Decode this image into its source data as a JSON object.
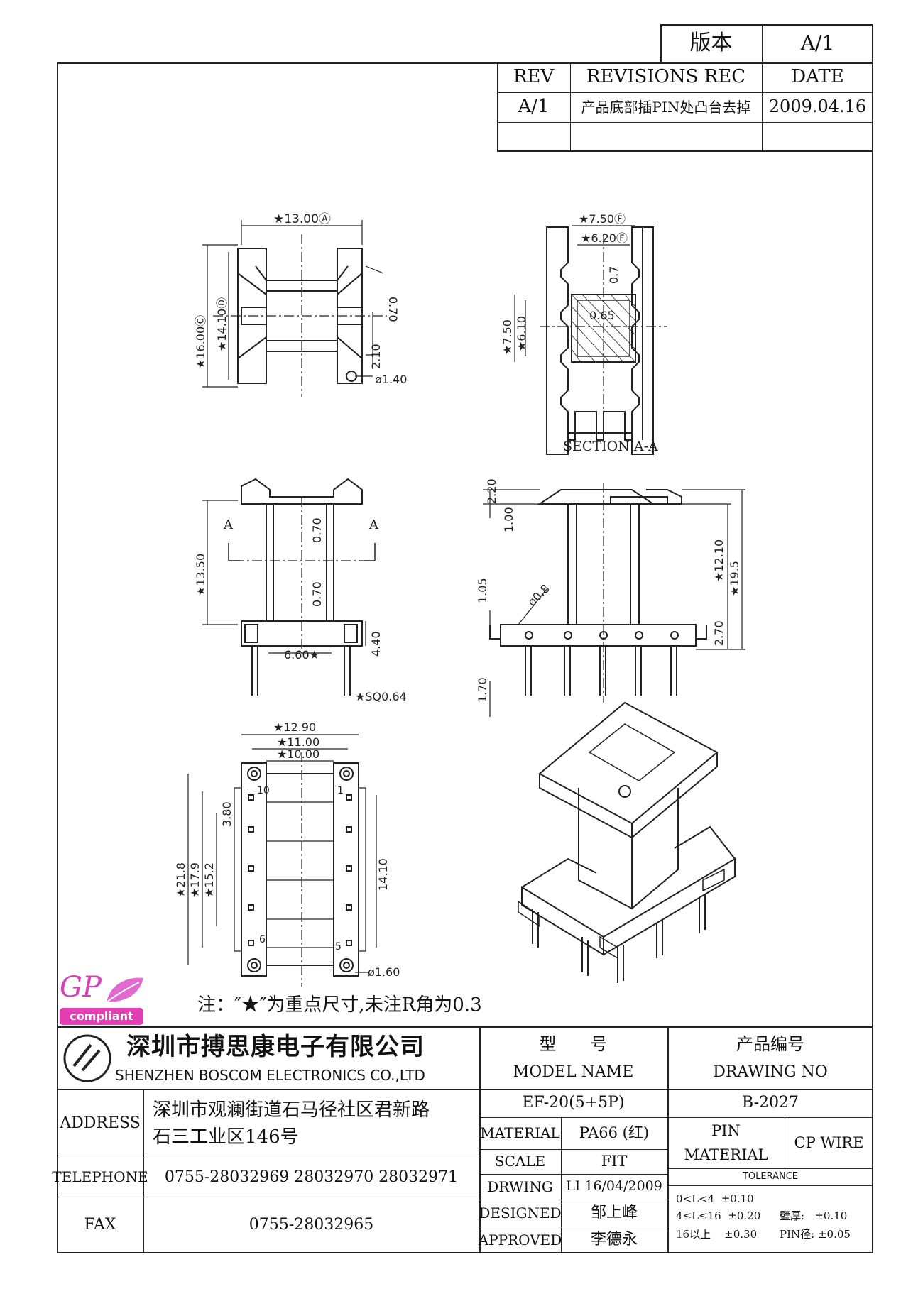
{
  "version_box": {
    "label": "版本",
    "value": "A/1"
  },
  "revisions": {
    "headers": {
      "rev": "REV",
      "rec": "REVISIONS REC",
      "date": "DATE"
    },
    "rows": [
      {
        "rev": "A/1",
        "rec": "产品底部插PIN处凸台去掉",
        "date": "2009.04.16"
      },
      {
        "rev": "",
        "rec": "",
        "date": ""
      }
    ]
  },
  "drawing": {
    "dims": {
      "top_width": "★13.00Ⓐ",
      "top_b": "0.70",
      "top_height_c": "★16.00Ⓒ",
      "top_height_d": "★14.10Ⓓ",
      "top_e": "2.10",
      "top_hole": "ø1.40",
      "sec_f": "★7.50Ⓔ",
      "sec_g": "★6.20Ⓕ",
      "sec_h": "0.7",
      "sec_wall": "0.65",
      "sec_i": "★7.50",
      "sec_j": "★6.10",
      "sec_k": "★13.50",
      "sec_l": "0.70",
      "sec_l2": "0.70",
      "sec_m": "4.40",
      "sec_n": "6.60★",
      "sq": "★SQ0.64",
      "side_p": "2.20",
      "side_q": "1.00",
      "side_r": "★12.10",
      "side_s": "★19.5",
      "side_t": "2.70",
      "side_105": "1.05",
      "side_08": "ø0.8",
      "side_170": "1.70",
      "bot_v": "★12.90",
      "bot_w": "★11.00",
      "bot_x": "★10.00",
      "bot_y": "★21.8",
      "bot_z1": "★17.9",
      "bot_z2": "★15.2",
      "bot_380": "3.80",
      "bot_1410": "14.10",
      "bot_hole": "ø1.60",
      "pin_10": "10",
      "pin_1": "1",
      "pin_6": "6",
      "pin_5": "5",
      "section_a_left": "A",
      "section_a_right": "A"
    },
    "section_label": "SECTION A-A"
  },
  "logo": {
    "line1": "GP",
    "line2": "compliant"
  },
  "note": "注：″★″为重点尺寸,未注R角为0.3",
  "company": {
    "name_cn": "深圳市搏思康电子有限公司",
    "name_en": "SHENZHEN BOSCOM ELECTRONICS CO.,LTD"
  },
  "title_block": {
    "model_name_cn": "型　　号",
    "model_name_en": "MODEL NAME",
    "model_value": "EF-20(5+5P)",
    "drawing_no_cn": "产品编号",
    "drawing_no_en": "DRAWING NO",
    "drawing_no_value": "B-2027",
    "address_label": "ADDRESS",
    "address_line1": "深圳市观澜街道石马径社区君新路",
    "address_line2": "石三工业区146号",
    "telephone_label": "TELEPHONE",
    "telephone_value": "0755-28032969 28032970 28032971",
    "fax_label": "FAX",
    "fax_value": "0755-28032965",
    "material_label": "MATERIAL",
    "material_value": "PA66 (红)",
    "scale_label": "SCALE",
    "scale_value": "FIT",
    "drwing_label": "DRWING",
    "drwing_value": "LI 16/04/2009",
    "designed_label": "DESIGNED",
    "designed_value": "邹上峰",
    "approved_label": "APPROVED",
    "approved_value": "李德永",
    "pin_material_label1": "PIN",
    "pin_material_label2": "MATERIAL",
    "pin_material_value": "CP WIRE",
    "tolerance_label": "TOLERANCE",
    "tol_row1": "0<L<4  ±0.10",
    "tol_row2": "4≤L≤16  ±0.20",
    "tol_row3": "16以上    ±0.30",
    "tol_wall": "壁厚:   ±0.10",
    "tol_pin": "PIN径: ±0.05"
  }
}
